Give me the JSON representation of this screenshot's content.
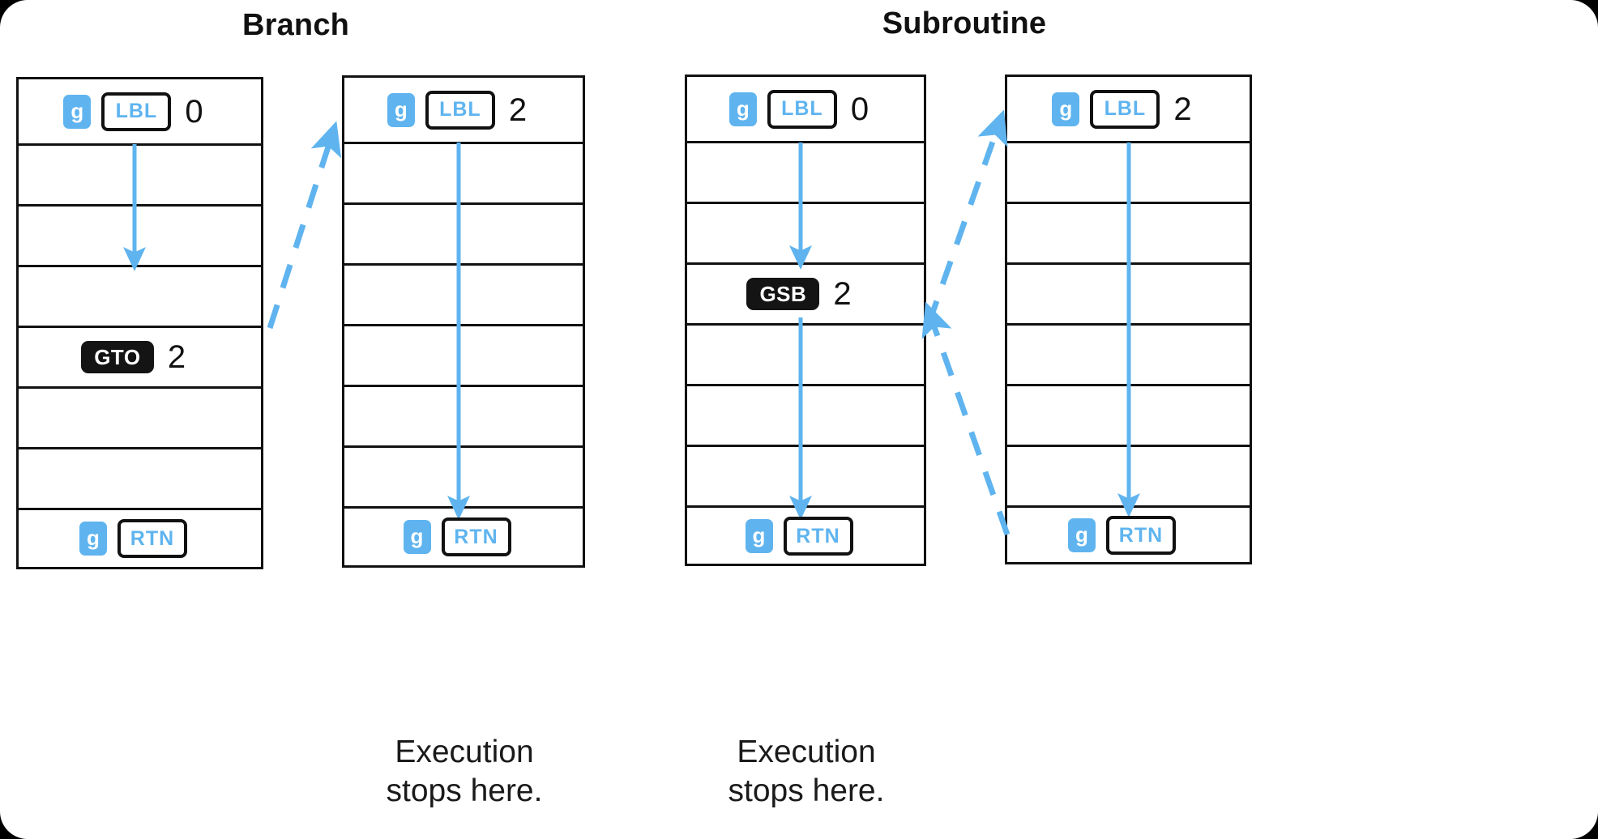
{
  "diagram": {
    "type": "flow-diagram",
    "accent_blue": "#5fb4ef",
    "ink_black": "#111111",
    "page_background": "#ffffff"
  },
  "panels": [
    {
      "title": "Branch",
      "caption": "Execution\nstops here.",
      "columns": [
        {
          "name": "branch-main-program",
          "rows": [
            {
              "prefix": "g",
              "key": "LBL",
              "arg": "0"
            },
            {
              "prefix": "",
              "key": "",
              "arg": ""
            },
            {
              "prefix": "",
              "key": "",
              "arg": ""
            },
            {
              "prefix": "",
              "key": "",
              "arg": ""
            },
            {
              "prefix": "",
              "key": "GTO",
              "arg": "2"
            },
            {
              "prefix": "",
              "key": "",
              "arg": ""
            },
            {
              "prefix": "",
              "key": "",
              "arg": ""
            },
            {
              "prefix": "g",
              "key": "RTN",
              "arg": ""
            }
          ]
        },
        {
          "name": "branch-target-routine",
          "rows": [
            {
              "prefix": "g",
              "key": "LBL",
              "arg": "2"
            },
            {
              "prefix": "",
              "key": "",
              "arg": ""
            },
            {
              "prefix": "",
              "key": "",
              "arg": ""
            },
            {
              "prefix": "",
              "key": "",
              "arg": ""
            },
            {
              "prefix": "",
              "key": "",
              "arg": ""
            },
            {
              "prefix": "",
              "key": "",
              "arg": ""
            },
            {
              "prefix": "",
              "key": "",
              "arg": ""
            },
            {
              "prefix": "g",
              "key": "RTN",
              "arg": ""
            }
          ]
        }
      ]
    },
    {
      "title": "Subroutine",
      "caption": "Execution\nstops here.",
      "columns": [
        {
          "name": "subroutine-main-program",
          "rows": [
            {
              "prefix": "g",
              "key": "LBL",
              "arg": "0"
            },
            {
              "prefix": "",
              "key": "",
              "arg": ""
            },
            {
              "prefix": "",
              "key": "",
              "arg": ""
            },
            {
              "prefix": "",
              "key": "GSB",
              "arg": "2"
            },
            {
              "prefix": "",
              "key": "",
              "arg": ""
            },
            {
              "prefix": "",
              "key": "",
              "arg": ""
            },
            {
              "prefix": "",
              "key": "",
              "arg": ""
            },
            {
              "prefix": "g",
              "key": "RTN",
              "arg": ""
            }
          ]
        },
        {
          "name": "subroutine-called-routine",
          "rows": [
            {
              "prefix": "g",
              "key": "LBL",
              "arg": "2"
            },
            {
              "prefix": "",
              "key": "",
              "arg": ""
            },
            {
              "prefix": "",
              "key": "",
              "arg": ""
            },
            {
              "prefix": "",
              "key": "",
              "arg": ""
            },
            {
              "prefix": "",
              "key": "",
              "arg": ""
            },
            {
              "prefix": "",
              "key": "",
              "arg": ""
            },
            {
              "prefix": "",
              "key": "",
              "arg": ""
            },
            {
              "prefix": "g",
              "key": "RTN",
              "arg": ""
            }
          ]
        }
      ]
    }
  ],
  "flow_arrows": [
    {
      "name": "branch-col1-execution-arrow",
      "style": "solid",
      "direction": "down"
    },
    {
      "name": "branch-goto-jump-arrow",
      "style": "dashed",
      "direction": "up-right"
    },
    {
      "name": "branch-col2-execution-arrow",
      "style": "solid",
      "direction": "down"
    },
    {
      "name": "subroutine-col3-execution-arrow",
      "style": "solid",
      "direction": "down"
    },
    {
      "name": "subroutine-gsb-call-arrow",
      "style": "dashed",
      "direction": "up-right"
    },
    {
      "name": "subroutine-col4-execution-arrow",
      "style": "solid",
      "direction": "down"
    },
    {
      "name": "subroutine-return-arrow",
      "style": "dashed",
      "direction": "up-left"
    }
  ]
}
